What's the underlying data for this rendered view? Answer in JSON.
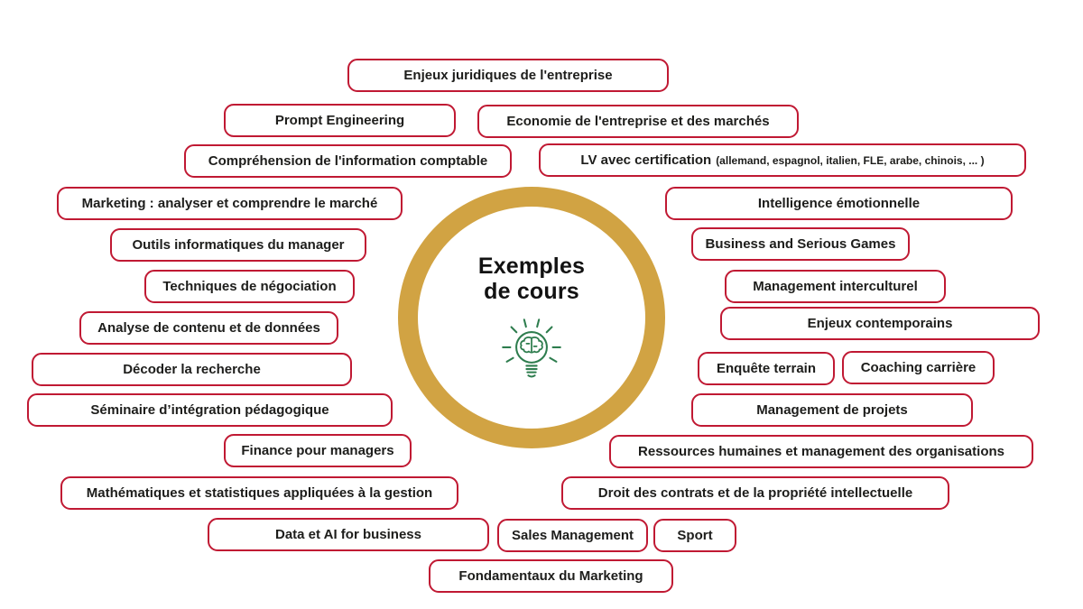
{
  "title": {
    "line1": "Exemples",
    "line2": "de cours"
  },
  "colors": {
    "pill_border_red": "#C01933",
    "circle_gold": "#D1A343",
    "icon_green": "#2E7D4E",
    "text": "#1D1D1B"
  },
  "center_icon": "lightbulb-brain-icon",
  "courses": [
    {
      "label": "Enjeux juridiques de l'entreprise"
    },
    {
      "label": "Prompt Engineering"
    },
    {
      "label": "Economie de l'entreprise et des marchés"
    },
    {
      "label": "Compréhension de l'information comptable"
    },
    {
      "label": "LV avec certification",
      "sublabel": "(allemand, espagnol, italien, FLE, arabe, chinois, ... )"
    },
    {
      "label": "Marketing : analyser et comprendre le marché"
    },
    {
      "label": "Intelligence émotionnelle"
    },
    {
      "label": "Outils informatiques du manager"
    },
    {
      "label": "Business and Serious Games"
    },
    {
      "label": "Techniques de négociation"
    },
    {
      "label": "Management interculturel"
    },
    {
      "label": "Analyse de contenu et de données"
    },
    {
      "label": "Enjeux contemporains"
    },
    {
      "label": "Décoder la recherche"
    },
    {
      "label": "Enquête terrain"
    },
    {
      "label": "Coaching carrière"
    },
    {
      "label": "Séminaire d’intégration pédagogique"
    },
    {
      "label": "Management de projets"
    },
    {
      "label": "Finance pour managers"
    },
    {
      "label": "Ressources humaines et management des organisations"
    },
    {
      "label": "Mathématiques et statistiques appliquées à la gestion"
    },
    {
      "label": "Droit des contrats et de la propriété intellectuelle"
    },
    {
      "label": "Data et AI for business"
    },
    {
      "label": "Sales Management"
    },
    {
      "label": "Sport"
    },
    {
      "label": "Fondamentaux du Marketing"
    }
  ]
}
